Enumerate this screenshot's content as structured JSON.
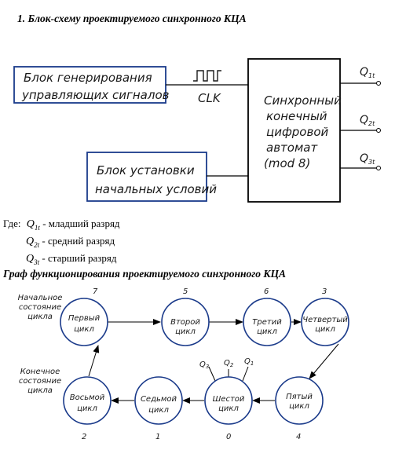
{
  "section1": {
    "title": "1.  Блок-схему проектируемого синхронного КЦА"
  },
  "block_diagram": {
    "gen_block": [
      "Блок генерирования",
      "управляющих сигналов"
    ],
    "clk_label": "CLK",
    "fsm_block": [
      "Синхронный",
      "конечный",
      "цифровой",
      "автомат",
      "(mod 8)"
    ],
    "init_block": [
      "Блок установки",
      "начальных условий"
    ],
    "outputs": [
      {
        "q": "Q",
        "sub": "1t"
      },
      {
        "q": "Q",
        "sub": "2t"
      },
      {
        "q": "Q",
        "sub": "3t"
      }
    ]
  },
  "legend": {
    "where_label": "Где:",
    "items": [
      {
        "q": "Q",
        "sub": "1t",
        "desc": " - младший разряд"
      },
      {
        "q": "Q",
        "sub": "2t",
        "desc": " - средний разряд"
      },
      {
        "q": "Q",
        "sub": "3t",
        "desc": " - старший разряд"
      }
    ]
  },
  "section2": {
    "title": "Граф функционирования проектируемого синхронного КЦА"
  },
  "graph": {
    "initial_state_label": [
      "Начальное",
      "состояние",
      "цикла"
    ],
    "final_state_label": [
      "Конечное",
      "состояние",
      "цикла"
    ],
    "nodes": [
      {
        "label": [
          "Первый",
          "цикл"
        ],
        "value": "7"
      },
      {
        "label": [
          "Второй",
          "цикл"
        ],
        "value": "5"
      },
      {
        "label": [
          "Третий",
          "цикл"
        ],
        "value": "6"
      },
      {
        "label": [
          "Четвертый",
          "цикл"
        ],
        "value": "3"
      },
      {
        "label": [
          "Пятый",
          "цикл"
        ],
        "value": "4"
      },
      {
        "label": [
          "Шестой",
          "цикл"
        ],
        "value": "0"
      },
      {
        "label": [
          "Седьмой",
          "цикл"
        ],
        "value": "1"
      },
      {
        "label": [
          "Восьмой",
          "цикл"
        ],
        "value": "2"
      }
    ],
    "bit_labels": [
      {
        "q": "Q",
        "sub": "3"
      },
      {
        "q": "Q",
        "sub": "2"
      },
      {
        "q": "Q",
        "sub": "1"
      }
    ]
  }
}
